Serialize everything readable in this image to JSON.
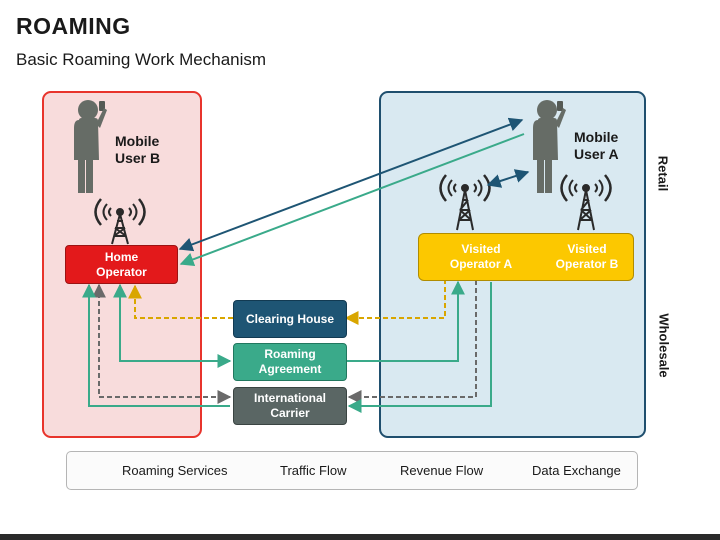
{
  "header": {
    "title": "ROAMING",
    "subtitle": "Basic Roaming Work Mechanism"
  },
  "side_labels": {
    "retail": "Retail",
    "wholesale": "Wholesale"
  },
  "users": {
    "user_b": "Mobile\nUser B",
    "user_a": "Mobile\nUser A"
  },
  "operators": {
    "home": "Home\nOperator",
    "visited_a": "Visited\nOperator A",
    "visited_b": "Visited\nOperator B"
  },
  "wholesale_boxes": {
    "clearing_house": "Clearing House",
    "roaming_agreement": "Roaming\nAgreement",
    "international_carrier": "International\nCarrier"
  },
  "legend": {
    "roaming_services": "Roaming Services",
    "traffic_flow": "Traffic Flow",
    "revenue_flow": "Revenue Flow",
    "data_exchange": "Data Exchange"
  },
  "colors": {
    "roaming_services": "#1e5574",
    "traffic_flow": "#6a6a6a",
    "revenue_flow": "#3aaa8a",
    "data_exchange": "#d9a600",
    "home_panel_border": "#e8342c",
    "visited_panel_border": "#1f4f6e",
    "person": "#666c66"
  },
  "icons": [
    "person-phone-icon",
    "cell-tower-icon"
  ]
}
